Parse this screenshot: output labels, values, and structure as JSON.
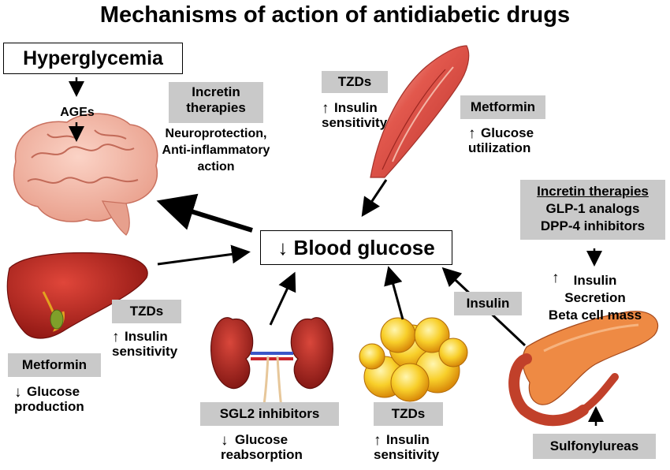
{
  "title": "Mechanisms of action of antidiabetic drugs",
  "hyperglycemia": "Hyperglycemia",
  "ages": "AGEs",
  "blood_glucose": "Blood glucose",
  "blood_glucose_arrow": "↓",
  "brain_box": {
    "line1": "Incretin",
    "line2": "therapies"
  },
  "brain_effect": {
    "line1": "Neuroprotection,",
    "line2": "Anti-inflammatory",
    "line3": "action"
  },
  "muscle_tzd": {
    "label": "TZDs",
    "arrow": "↑",
    "line1": "Insulin",
    "line2": "sensitivity"
  },
  "muscle_metformin": {
    "label": "Metformin",
    "arrow": "↑",
    "line1": "Glucose",
    "line2": "utilization"
  },
  "incretin_panel": {
    "heading": "Incretin therapies",
    "line1": "GLP-1 analogs",
    "line2": "DPP-4 inhibitors"
  },
  "pancreas_effect": {
    "arrow": "↑",
    "line1": "Insulin",
    "line2": "Secretion",
    "line3": "Beta cell mass"
  },
  "insulin_label": "Insulin",
  "sulfonylureas": "Sulfonylureas",
  "liver_tzd": {
    "label": "TZDs",
    "arrow": "↑",
    "line1": "Insulin",
    "line2": "sensitivity"
  },
  "liver_metformin": {
    "label": "Metformin",
    "arrow": "↓",
    "line1": "Glucose",
    "line2": "production"
  },
  "kidney": {
    "label": "SGL2 inhibitors",
    "arrow": "↓",
    "line1": "Glucose",
    "line2": "reabsorption"
  },
  "fat_tzd": {
    "label": "TZDs",
    "arrow": "↑",
    "line1": "Insulin",
    "line2": "sensitivity"
  },
  "colors": {
    "gray_box": "#c9c9c9",
    "brain": "#f2b6a6",
    "liver": "#b8231b",
    "muscle": "#d9534a",
    "kidney": "#a8201f",
    "fat": "#f6c21c",
    "pancreas": "#e9743a"
  }
}
